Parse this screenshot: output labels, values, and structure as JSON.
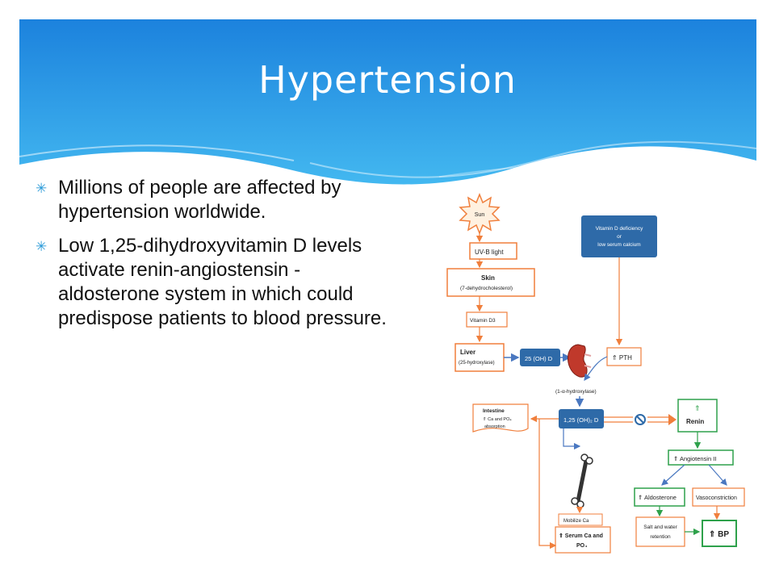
{
  "slide": {
    "title": "Hypertension",
    "bullets": [
      "Millions of people are affected by hypertension worldwide.",
      "Low 1,25-dihydroxyvitamin D levels activate renin-angiostensin -aldosterone system in which could predispose patients to blood pressure."
    ],
    "bullet_marker": "✳",
    "colors": {
      "header_top": "#1f86df",
      "header_bottom": "#3fb2ee",
      "orange": "#f07f3c",
      "blue_box": "#2e6aa8",
      "green": "#2ea14b"
    }
  },
  "figure": {
    "sun": "Sun",
    "uvb": "UV-B light",
    "skin": "Skin",
    "skin_sub": "(7-dehydrocholesterol)",
    "vitd3": "Vitamin D3",
    "liver": "Liver",
    "liver_sub": "(25-hydroxylase)",
    "oh_d": "25 (OH) D",
    "deficiency_1": "Vitamin D deficiency",
    "deficiency_2": "or",
    "deficiency_3": "low serum calcium",
    "pth": "⇑ PTH",
    "hydroxylase": "(1-α-hydroxylase)",
    "intestine": "Intestine",
    "intestine_sub1": "⇑ Ca and PO₄",
    "intestine_sub2": "absorption",
    "oh2_d": "1,25 (OH)₂ D",
    "renin_arrow": "⇑",
    "renin": "Renin",
    "angiotensin": "⇑ Angiotensin II",
    "aldosterone": "⇑ Aldosterone",
    "vasoconstriction": "Vasoconstriction",
    "salt_1": "Salt and water",
    "salt_2": "retention",
    "bp": "⇑ BP",
    "mobilize": "Mobilize Ca",
    "serum_1": "⇑ Serum Ca and",
    "serum_2": "PO₄"
  }
}
